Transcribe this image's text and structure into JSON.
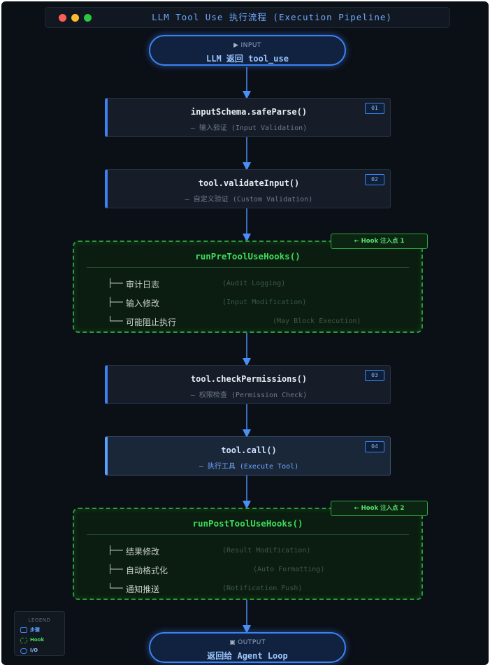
{
  "window": {
    "title": "LLM Tool Use 执行流程 (Execution Pipeline)"
  },
  "input": {
    "tag": "INPUT",
    "icon": "play-icon",
    "label": "LLM 返回 tool_use"
  },
  "steps": [
    {
      "fn": "inputSchema.safeParse()",
      "sub": "— 输入验证 (Input Validation)",
      "badge": "01"
    },
    {
      "fn": "tool.validateInput()",
      "sub": "— 自定义验证 (Custom Validation)",
      "badge": "02"
    },
    {
      "fn": "tool.checkPermissions()",
      "sub": "— 权限检查 (Permission Check)",
      "badge": "03"
    },
    {
      "fn": "tool.call()",
      "sub": "— 执行工具 (Execute Tool)",
      "badge": "04"
    }
  ],
  "hooks": [
    {
      "tag": "← Hook 注入点 1",
      "title": "runPreToolUseHooks()",
      "items": [
        {
          "tree": "├──",
          "zh": "审计日志",
          "en": "(Audit Logging)"
        },
        {
          "tree": "├──",
          "zh": "输入修改",
          "en": "(Input Modification)"
        },
        {
          "tree": "└──",
          "zh": "可能阻止执行",
          "en": "(May Block Execution)"
        }
      ]
    },
    {
      "tag": "← Hook 注入点 2",
      "title": "runPostToolUseHooks()",
      "items": [
        {
          "tree": "├──",
          "zh": "结果修改",
          "en": "(Result Modification)"
        },
        {
          "tree": "├──",
          "zh": "自动格式化",
          "en": "(Auto Formatting)"
        },
        {
          "tree": "└──",
          "zh": "通知推送",
          "en": "(Notification Push)"
        }
      ]
    }
  ],
  "output": {
    "tag": "OUTPUT",
    "icon": "stop-icon",
    "label": "返回给 Agent Loop"
  },
  "legend": {
    "title": "LEGEND",
    "items": [
      {
        "label": "步骤",
        "color": "#5aa0ff"
      },
      {
        "label": "Hook",
        "color": "#3ddc5a"
      },
      {
        "label": "I/O",
        "color": "#8fb7ff"
      }
    ]
  },
  "colors": {
    "accent": "#3d82f2",
    "hook": "#2a9a3a",
    "background": "#0b0f16"
  }
}
